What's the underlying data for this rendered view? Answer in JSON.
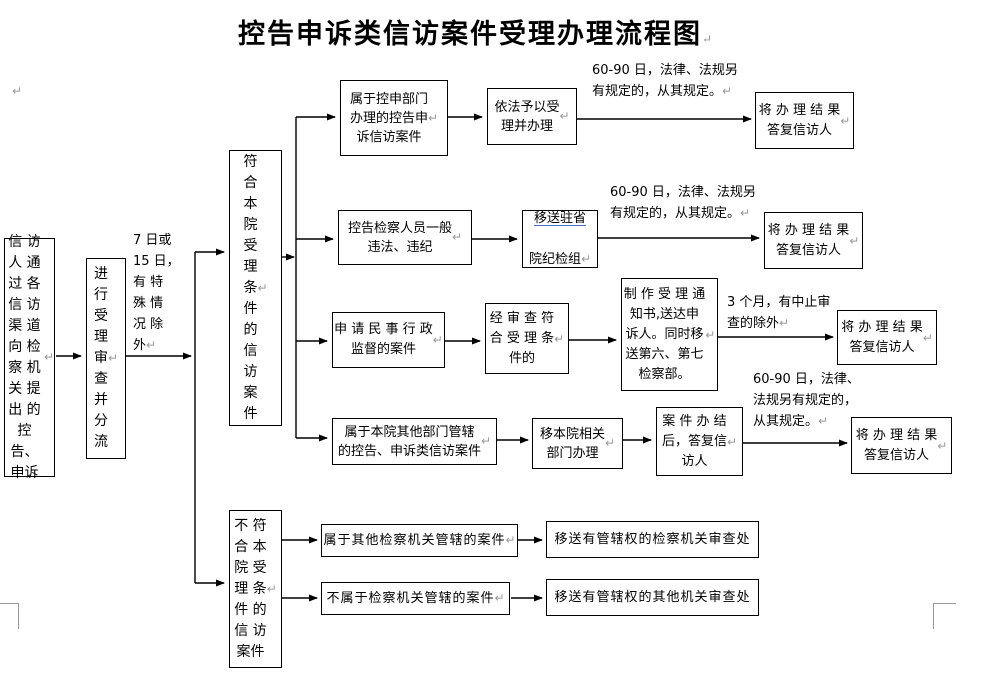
{
  "title": "控告申诉类信访案件受理办理流程图",
  "marks": {
    "para": "↵"
  },
  "nodes": {
    "source": "信 访\n人 通\n过 各\n信 访\n渠 道\n向 检\n察 机\n关 提\n出 的\n控告、\n申诉",
    "triage": "进\n行\n受\n理\n审\n查\n并\n分\n流",
    "note_deadline": "7 日或\n15 日，\n有 特\n殊 情\n况 除\n外",
    "eligible": "符\n合\n本\n院\n受\n理\n条\n件\n的\n信\n访\n案\n件",
    "ineligible": "不 符\n合 本\n院 受\n理 条\n件 的\n信 访\n案件",
    "r1_case": "属于控申部门\n办理的控告申\n诉信访案件",
    "r1_handle": "依法予以受\n理并办理",
    "r1_note": "60-90 日，法律、法规另\n有规定的，从其规定。",
    "r1_reply": "将 办 理 结 果\n答复信访人",
    "r2_case": "控告检察人员一般\n违法、违纪",
    "r2_transfer_l1": "移送驻省",
    "r2_transfer_l2": "院纪检组",
    "r2_note": "60-90 日，法律、法规另\n有规定的，从其规定。",
    "r2_reply": "将 办 理 结 果\n答复信访人",
    "r3_case": "申 请 民 事 行 政\n监督的案件",
    "r3_review": "经 审 查 符\n合 受 理 条\n件的",
    "r3_notice": "制 作 受 理 通\n知书,送达申\n诉人。同时移\n送第六、第七\n检察部。",
    "r3_note": "3 个月，有中止审\n查的除外",
    "r3_reply": "将 办 理 结 果\n答复信访人",
    "r4_case": "属于本院其他部门管辖\n的控告、申诉类信访案件",
    "r4_transfer": "移本院相关\n部门办理",
    "r4_conclude": "案 件 办 结\n后，答复信\n访人",
    "r4_note": "60-90 日，法律、\n法规另有规定的，\n从其规定。",
    "r4_reply": "将 办 理 结 果\n答复信访人",
    "r5_case": "属于其他检察机关管辖的案件",
    "r5_transfer": "移送有管辖权的检察机关审查处",
    "r6_case": "不属于检察机关管辖的案件",
    "r6_transfer": "移送有管辖权的其他机关审查处"
  }
}
